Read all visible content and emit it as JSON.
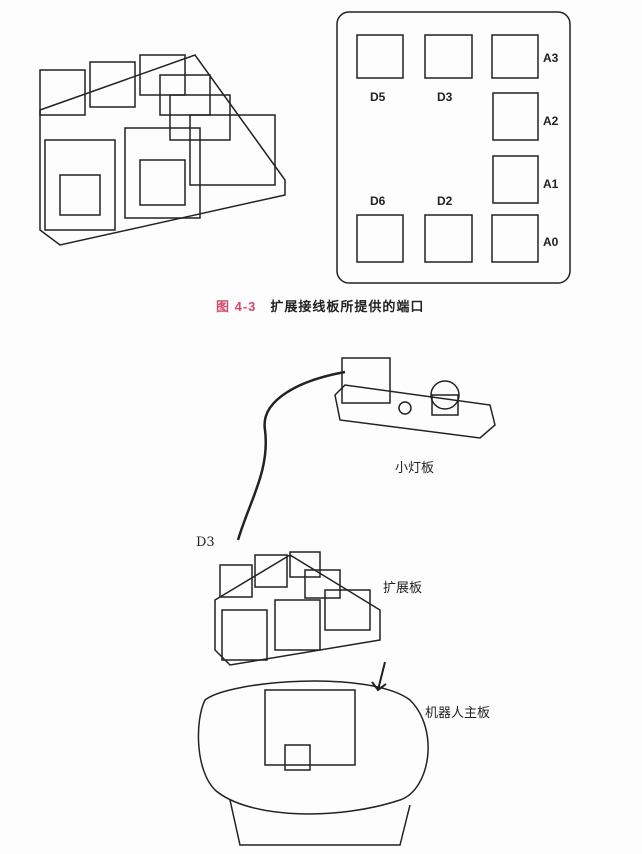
{
  "figure": {
    "number": "图 4-3",
    "title": "扩展接线板所提供的端口",
    "port_labels": {
      "d5": "D5",
      "d3": "D3",
      "a3": "A3",
      "a2": "A2",
      "a1": "A1",
      "d6": "D6",
      "d2": "D2",
      "a0": "A0"
    }
  },
  "assembly": {
    "light_board": "小灯板",
    "port": "D3",
    "expansion_board": "扩展板",
    "main_board": "机器人主板"
  },
  "colors": {
    "caption_number": "#d24a6a",
    "ink": "#222222"
  }
}
